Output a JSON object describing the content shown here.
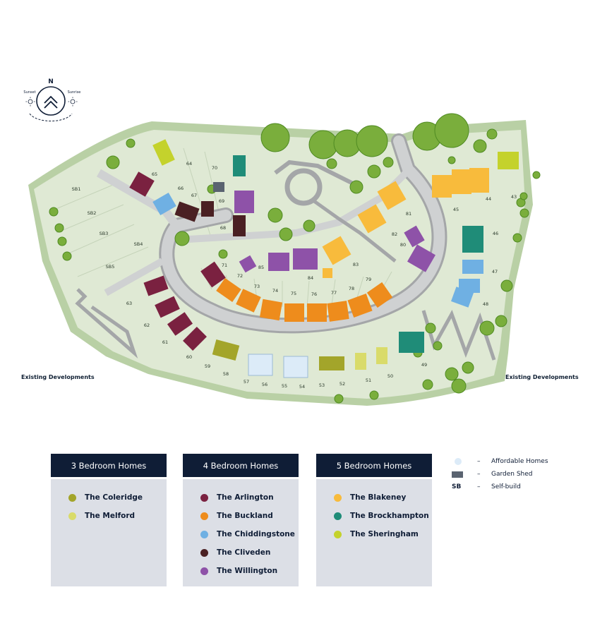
{
  "compass": {
    "north": "N",
    "sunset": "Sunset",
    "sunrise": "Sunrise"
  },
  "edge_labels": {
    "left": "Existing Developments",
    "right": "Existing Developments"
  },
  "plot_labels": {
    "sb1": "SB1",
    "sb2": "SB2",
    "sb3": "SB3",
    "sb4": "SB4",
    "sb5": "SB5",
    "p43": "43",
    "p44": "44",
    "p45": "45",
    "p46": "46",
    "p47": "47",
    "p48": "48",
    "p49": "49",
    "p50": "50",
    "p51": "51",
    "p52": "52",
    "p53": "53",
    "p54": "54",
    "p55": "55",
    "p56": "56",
    "p57": "57",
    "p58": "58",
    "p59": "59",
    "p60": "60",
    "p61": "61",
    "p62": "62",
    "p63": "63",
    "p64": "64",
    "p65": "65",
    "p66": "66",
    "p67": "67",
    "p68": "68",
    "p69": "69",
    "p70": "70",
    "p71": "71",
    "p72": "72",
    "p73": "73",
    "p74": "74",
    "p75": "75",
    "p76": "76",
    "p77": "77",
    "p78": "78",
    "p79": "79",
    "p80": "80",
    "p81": "81",
    "p82": "82",
    "p83": "83",
    "p84": "84",
    "p85": "85"
  },
  "legends": [
    {
      "title": "3 Bedroom Homes",
      "items": [
        {
          "label": "The Coleridge",
          "color": "#a3a52a"
        },
        {
          "label": "The Melford",
          "color": "#d9db6a"
        }
      ]
    },
    {
      "title": "4 Bedroom Homes",
      "items": [
        {
          "label": "The Arlington",
          "color": "#7a2140"
        },
        {
          "label": "The Buckland",
          "color": "#ee8c1c"
        },
        {
          "label": "The Chiddingstone",
          "color": "#6fb0e3"
        },
        {
          "label": "The Cliveden",
          "color": "#4a2023"
        },
        {
          "label": "The Willington",
          "color": "#8e52a8"
        }
      ]
    },
    {
      "title": "5 Bedroom Homes",
      "items": [
        {
          "label": "The Blakeney",
          "color": "#f8bb3c"
        },
        {
          "label": "The Brockhampton",
          "color": "#1f8c78"
        },
        {
          "label": "The Sheringham",
          "color": "#c4d22c"
        }
      ]
    }
  ],
  "key": {
    "affordable": "Affordable Homes",
    "shed": "Garden Shed",
    "sb_symbol": "SB",
    "sb_text": "Self-build",
    "dash": "–",
    "affordable_color": "#dcebf8"
  }
}
